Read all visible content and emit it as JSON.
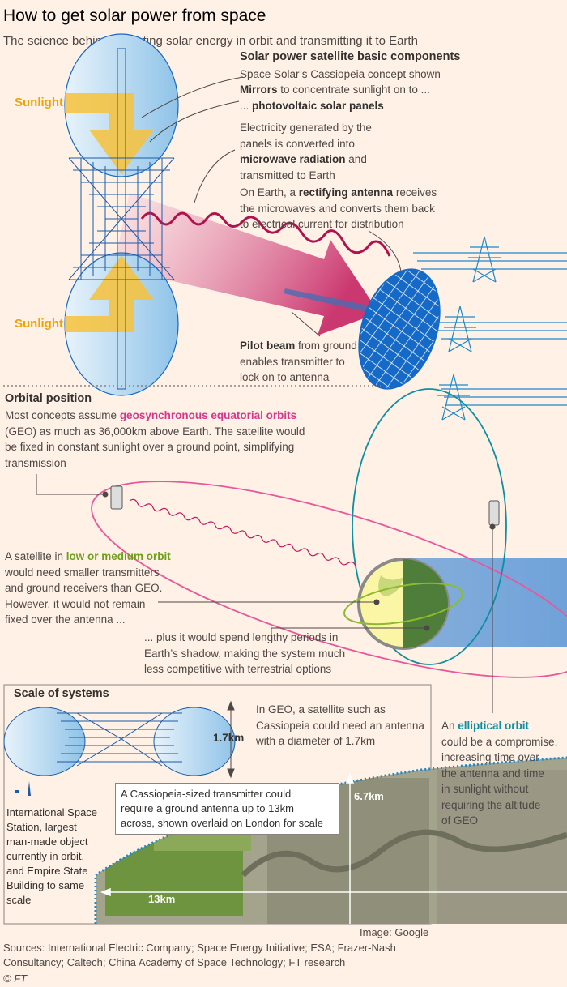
{
  "header": {
    "title": "How to get solar power from space",
    "subtitle": "The science behind collecting solar energy in orbit and transmitting it to Earth"
  },
  "components": {
    "heading": "Solar power satellite basic components",
    "concept": "Space Solar’s Cassiopeia concept shown",
    "mirrors_bold": "Mirrors",
    "mirrors_rest": " to concentrate sunlight on to ...",
    "panels_prefix": "... ",
    "panels_bold": "photovoltaic solar panels",
    "micro_1": "Electricity generated by the",
    "micro_2": "panels is converted into",
    "micro_3_bold": "microwave radiation",
    "micro_3_rest": " and",
    "micro_4": "transmitted to Earth",
    "rect_1_pre": "On Earth, a ",
    "rect_1_bold": "rectifying antenna",
    "rect_1_post": " receives",
    "rect_2": "the microwaves and converts them back",
    "rect_3": "to electrical current for distribution",
    "sunlight_top": "Sunlight",
    "sunlight_bottom": "Sunlight",
    "pilot_bold": "Pilot beam",
    "pilot_1_rest": " from ground",
    "pilot_2": "enables transmitter to",
    "pilot_3": "lock on to antenna"
  },
  "orbital": {
    "heading": "Orbital position",
    "p1_pre": "Most concepts assume ",
    "p1_colored": "geosynchronous equatorial orbits",
    "p2": "(GEO) as much as 36,000km above Earth. The satellite would",
    "p3": "be fixed in constant sunlight over a ground point, simplifying",
    "p4": "transmission",
    "low_pre": "A satellite in ",
    "low_colored": "low or medium orbit",
    "low_2": "would need smaller transmitters",
    "low_3": "and ground receivers than GEO.",
    "low_4": "However, it would not remain",
    "low_5": "fixed over the antenna ...",
    "shadow_1": "... plus it would spend lengthy periods in",
    "shadow_2": "Earth’s shadow, making the system much",
    "shadow_3": "less competitive with terrestrial options",
    "ell_pre": "An ",
    "ell_colored": "elliptical orbit",
    "ell_2": "could be a compromise,",
    "ell_3": "increasing time over",
    "ell_4": "the antenna and time",
    "ell_5": "in sunlight without",
    "ell_6": "requiring the altitude",
    "ell_7": "of GEO"
  },
  "scale": {
    "heading": "Scale of systems",
    "dim_17": "1.7km",
    "geo_1": "In GEO, a satellite such as",
    "geo_2": "Cassiopeia could need an antenna",
    "geo_3": "with a diameter of 1.7km",
    "iss_1": "International Space",
    "iss_2": "Station, largest",
    "iss_3": "man-made object",
    "iss_4": "currently in orbit,",
    "iss_5": "and Empire State",
    "iss_6": "Building to same",
    "iss_7": "scale",
    "cas_1": "A Cassiopeia-sized transmitter could",
    "cas_2": "require a ground antenna up to 13km",
    "cas_3": "across, shown overlaid on London for scale",
    "dim_67": "6.7km",
    "dim_13": "13km",
    "image_credit": "Image: Google"
  },
  "footer": {
    "sources_1": "Sources: International Electric Company; Space Energy Initiative; ESA; Frazer-Nash",
    "sources_2": "Consultancy; Caltech; China Academy of Space Technology; FT research",
    "copyright": "© FT"
  },
  "colors": {
    "background": "#fff1e5",
    "sunlight": "#f2a200",
    "beam": "#d9368b",
    "geo_orbit": "#e8579b",
    "low_orbit": "#8dba2e",
    "elliptical_orbit": "#0c8ea3",
    "antenna_blue": "#1569c7",
    "shadow_blue": "#6fa2d9"
  }
}
